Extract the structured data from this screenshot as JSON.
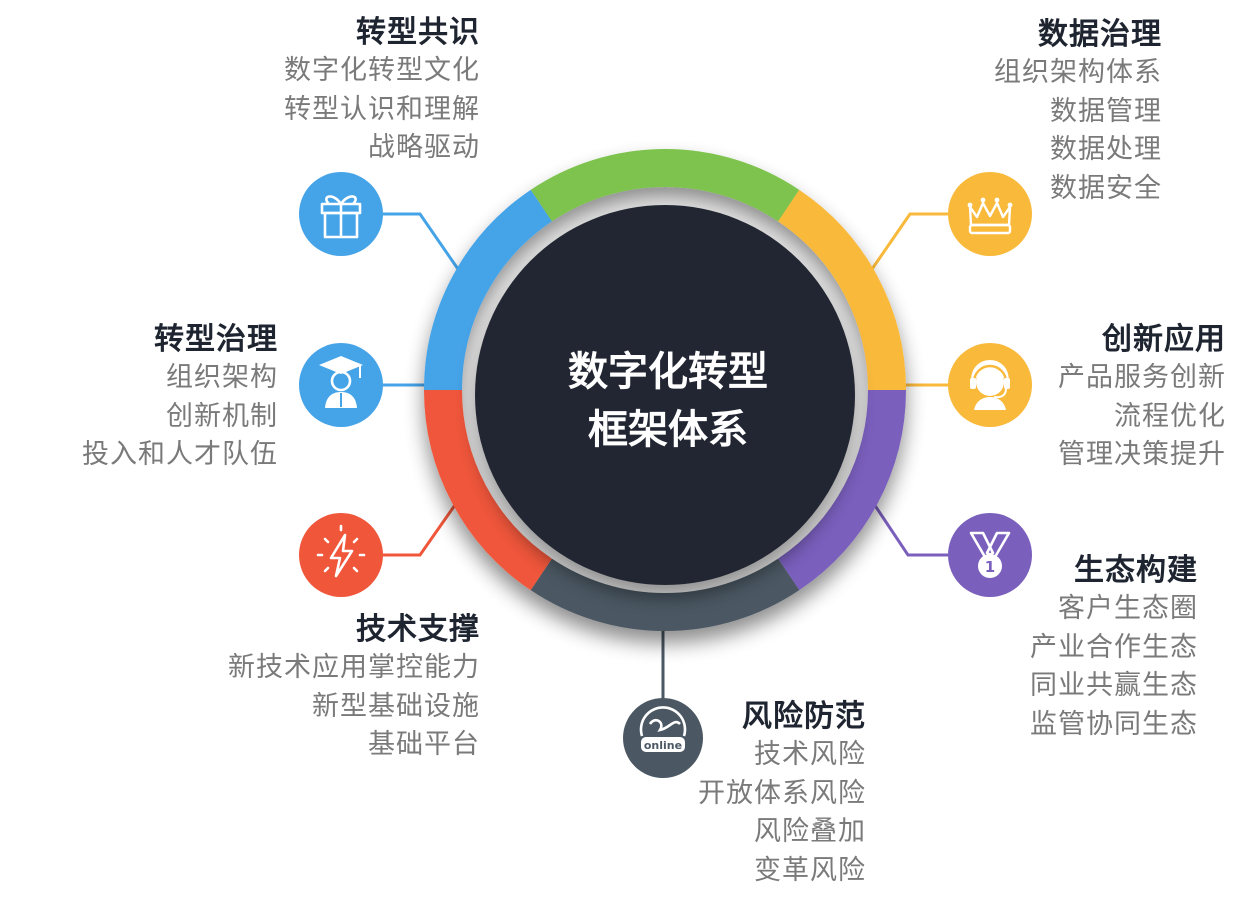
{
  "center": {
    "line1": "数字化转型",
    "line2": "框架体系"
  },
  "colors": {
    "ring_green": "#7dc34e",
    "ring_yellow": "#f9b93a",
    "ring_purple": "#7a5fbd",
    "ring_dark": "#4b5863",
    "ring_red": "#f0563a",
    "ring_blue": "#45a3e8",
    "center_fill": "#222831",
    "title_text": "#1f2530",
    "item_text": "#7a7a7a"
  },
  "sections": [
    {
      "id": "consensus",
      "title": "转型共识",
      "items": [
        "数字化转型文化",
        "转型认识和理解",
        "战略驱动"
      ],
      "icon": "gift-icon",
      "color": "#45a3e8"
    },
    {
      "id": "governance",
      "title": "转型治理",
      "items": [
        "组织架构",
        "创新机制",
        "投入和人才队伍"
      ],
      "icon": "graduate-icon",
      "color": "#45a3e8"
    },
    {
      "id": "tech",
      "title": "技术支撑",
      "items": [
        "新技术应用掌控能力",
        "新型基础设施",
        "基础平台"
      ],
      "icon": "lightning-icon",
      "color": "#f0563a"
    },
    {
      "id": "risk",
      "title": "风险防范",
      "items": [
        "技术风险",
        "开放体系风险",
        "风险叠加",
        "变革风险"
      ],
      "icon": "online-globe-icon",
      "icon_text": "online",
      "color": "#4b5863"
    },
    {
      "id": "data",
      "title": "数据治理",
      "items": [
        "组织架构体系",
        "数据管理",
        "数据处理",
        "数据安全"
      ],
      "icon": "crown-icon",
      "color": "#f9b93a"
    },
    {
      "id": "innovation",
      "title": "创新应用",
      "items": [
        "产品服务创新",
        "流程优化",
        "管理决策提升"
      ],
      "icon": "headset-person-icon",
      "color": "#f9b93a"
    },
    {
      "id": "ecosystem",
      "title": "生态构建",
      "items": [
        "客户生态圈",
        "产业合作生态",
        "同业共赢生态",
        "监管协同生态"
      ],
      "icon": "medal-icon",
      "icon_text": "1",
      "color": "#7a5fbd"
    }
  ]
}
